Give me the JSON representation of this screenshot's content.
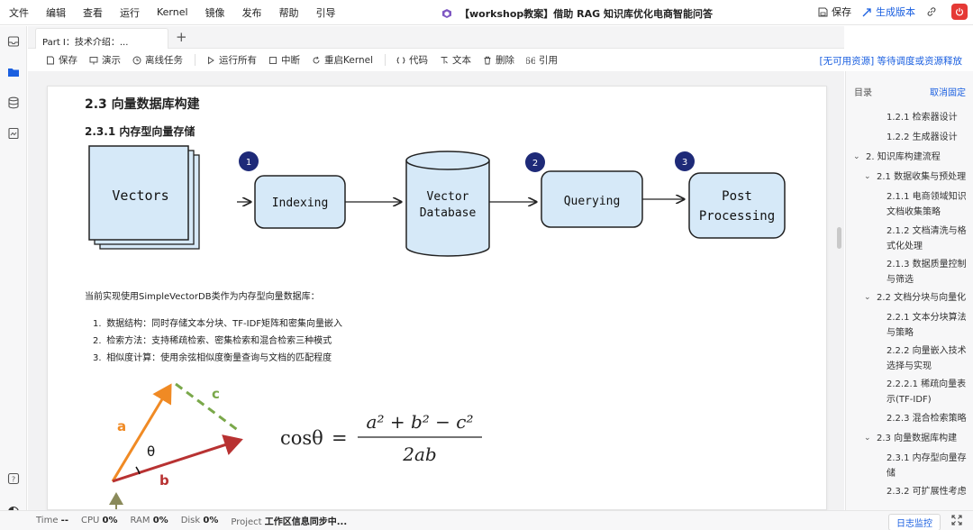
{
  "menu": [
    "文件",
    "编辑",
    "查看",
    "运行",
    "Kernel",
    "镜像",
    "发布",
    "帮助",
    "引导"
  ],
  "doc_title": "【workshop教案】借助 RAG 知识库优化电商智能问答",
  "menubar_actions": {
    "save": "保存",
    "generate_version": "生成版本"
  },
  "tab": {
    "label": "Part I：技术介绍：...",
    "add": "+"
  },
  "toolbar": {
    "save": "保存",
    "demo": "演示",
    "offline_task": "离线任务",
    "run_all": "运行所有",
    "interrupt": "中断",
    "restart_kernel": "重启Kernel",
    "code": "代码",
    "text": "文本",
    "delete": "删除",
    "cite": "引用",
    "status": "[无可用资源] 等待调度或资源释放"
  },
  "content": {
    "h2": "2.3 向量数据库构建",
    "h3": "2.3.1 内存型向量存储",
    "diagram": {
      "vectors": "Vectors",
      "indexing": "Indexing",
      "db_line1": "Vector",
      "db_line2": "Database",
      "querying": "Querying",
      "post_line1": "Post",
      "post_line2": "Processing",
      "step1": "1",
      "step2": "2",
      "step3": "3"
    },
    "para": "当前实现使用SimpleVectorDB类作为内存型向量数据库：",
    "list": [
      {
        "num": "1.",
        "text": "数据结构：同时存储文本分块、TF-IDF矩阵和密集向量嵌入"
      },
      {
        "num": "2.",
        "text": "检索方法：支持稀疏检索、密集检索和混合检索三种模式"
      },
      {
        "num": "3.",
        "text": "相似度计算：使用余弦相似度衡量查询与文档的匹配程度"
      }
    ],
    "vector_labels": {
      "a": "a",
      "b": "b",
      "c": "c",
      "theta": "θ"
    },
    "formula": {
      "lhs": "cosθ",
      "eq": "=",
      "numerator": "a² + b² − c²",
      "denominator": "2ab"
    }
  },
  "toc": {
    "title": "目录",
    "unpin": "取消固定",
    "items": [
      "1.2.1 检索器设计",
      "1.2.2 生成器设计",
      "2. 知识库构建流程",
      "2.1 数据收集与预处理",
      "2.1.1 电商领域知识文档收集策略",
      "2.1.2 文档清洗与格式化处理",
      "2.1.3 数据质量控制与筛选",
      "2.2 文档分块与向量化",
      "2.2.1 文本分块算法与策略",
      "2.2.2 向量嵌入技术选择与实现",
      "2.2.2.1 稀疏向量表示(TF-IDF)",
      "2.2.3 混合检索策略",
      "2.3 向量数据库构建",
      "2.3.1 内存型向量存储",
      "2.3.2 可扩展性考虑"
    ]
  },
  "statusbar": {
    "time_label": "Time",
    "time_val": "--",
    "cpu_label": "CPU",
    "cpu_val": "0%",
    "ram_label": "RAM",
    "ram_val": "0%",
    "disk_label": "Disk",
    "disk_val": "0%",
    "project_label": "Project",
    "project_val": "工作区信息同步中...",
    "log": "日志监控"
  },
  "colors": {
    "accent": "#1a5fe0",
    "box_fill": "#d6e9f8",
    "step_badge": "#1e2a78",
    "power": "#e53935"
  }
}
